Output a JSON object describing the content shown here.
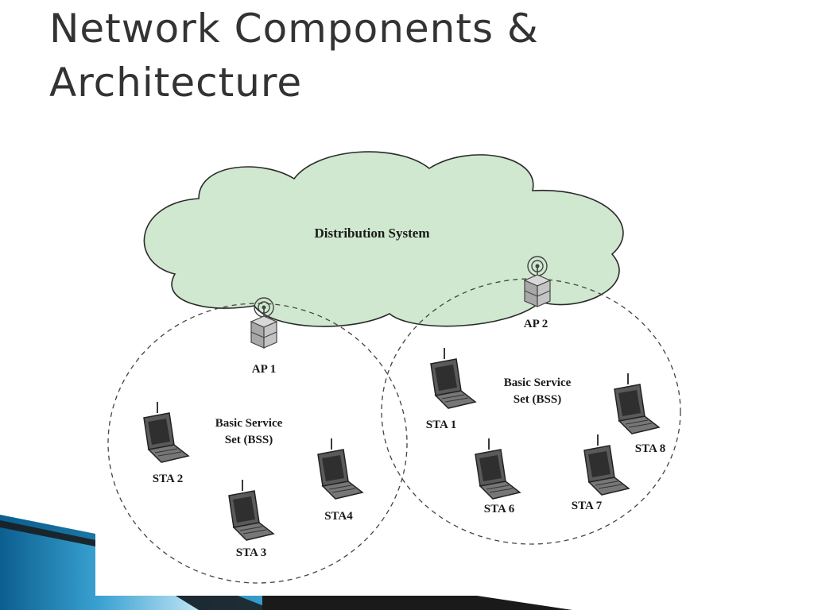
{
  "slide": {
    "title_line1": "Network Components &",
    "title_line2": "Architecture"
  },
  "diagram": {
    "cloud_label": "Distribution System",
    "access_points": [
      {
        "id": "ap1",
        "label": "AP 1"
      },
      {
        "id": "ap2",
        "label": "AP 2"
      }
    ],
    "bss_left": {
      "label_line1": "Basic Service",
      "label_line2": "Set (BSS)"
    },
    "bss_right": {
      "label_line1": "Basic Service",
      "label_line2": "Set (BSS)"
    },
    "stations": [
      {
        "id": "sta1",
        "label": "STA 1"
      },
      {
        "id": "sta2",
        "label": "STA 2"
      },
      {
        "id": "sta3",
        "label": "STA 3"
      },
      {
        "id": "sta4",
        "label": "STA4"
      },
      {
        "id": "sta6",
        "label": "STA 6"
      },
      {
        "id": "sta7",
        "label": "STA 7"
      },
      {
        "id": "sta8",
        "label": "STA 8"
      }
    ]
  },
  "colors": {
    "cloud_fill": "#cfe8cf",
    "device": "#4a4a4a",
    "accent_blue": "#1e7fb0",
    "text": "#1a1a1a"
  }
}
